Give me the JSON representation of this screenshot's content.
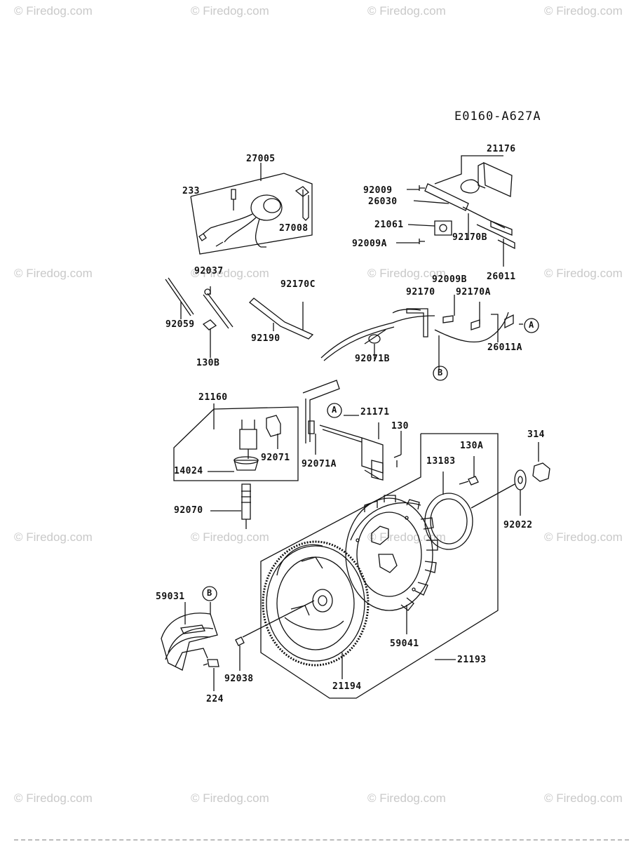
{
  "diagram_code": "E0160-A627A",
  "watermark": "© Firedog.com",
  "parts": [
    {
      "id": "p27005",
      "ref": "27005"
    },
    {
      "id": "p233",
      "ref": "233"
    },
    {
      "id": "p27008",
      "ref": "27008"
    },
    {
      "id": "p21176",
      "ref": "21176"
    },
    {
      "id": "p92009",
      "ref": "92009"
    },
    {
      "id": "p26030",
      "ref": "26030"
    },
    {
      "id": "p21061",
      "ref": "21061"
    },
    {
      "id": "p92009A",
      "ref": "92009A"
    },
    {
      "id": "p92170B",
      "ref": "92170B"
    },
    {
      "id": "p26011",
      "ref": "26011"
    },
    {
      "id": "p92037",
      "ref": "92037"
    },
    {
      "id": "p92170C",
      "ref": "92170C"
    },
    {
      "id": "p92059",
      "ref": "92059"
    },
    {
      "id": "p92190",
      "ref": "92190"
    },
    {
      "id": "p130B",
      "ref": "130B"
    },
    {
      "id": "p92009B",
      "ref": "92009B"
    },
    {
      "id": "p92170",
      "ref": "92170"
    },
    {
      "id": "p92170A",
      "ref": "92170A"
    },
    {
      "id": "p26011A",
      "ref": "26011A"
    },
    {
      "id": "p92071B",
      "ref": "92071B"
    },
    {
      "id": "p21160",
      "ref": "21160"
    },
    {
      "id": "p21171",
      "ref": "21171"
    },
    {
      "id": "p130",
      "ref": "130"
    },
    {
      "id": "p314",
      "ref": "314"
    },
    {
      "id": "p130A",
      "ref": "130A"
    },
    {
      "id": "p13183",
      "ref": "13183"
    },
    {
      "id": "p92071",
      "ref": "92071"
    },
    {
      "id": "p92071A",
      "ref": "92071A"
    },
    {
      "id": "p14024",
      "ref": "14024"
    },
    {
      "id": "p92070",
      "ref": "92070"
    },
    {
      "id": "p92022",
      "ref": "92022"
    },
    {
      "id": "p59031",
      "ref": "59031"
    },
    {
      "id": "p59041",
      "ref": "59041"
    },
    {
      "id": "p21193",
      "ref": "21193"
    },
    {
      "id": "p92038",
      "ref": "92038"
    },
    {
      "id": "p21194",
      "ref": "21194"
    },
    {
      "id": "p224",
      "ref": "224"
    }
  ],
  "markers": {
    "a": "A",
    "b": "B"
  }
}
